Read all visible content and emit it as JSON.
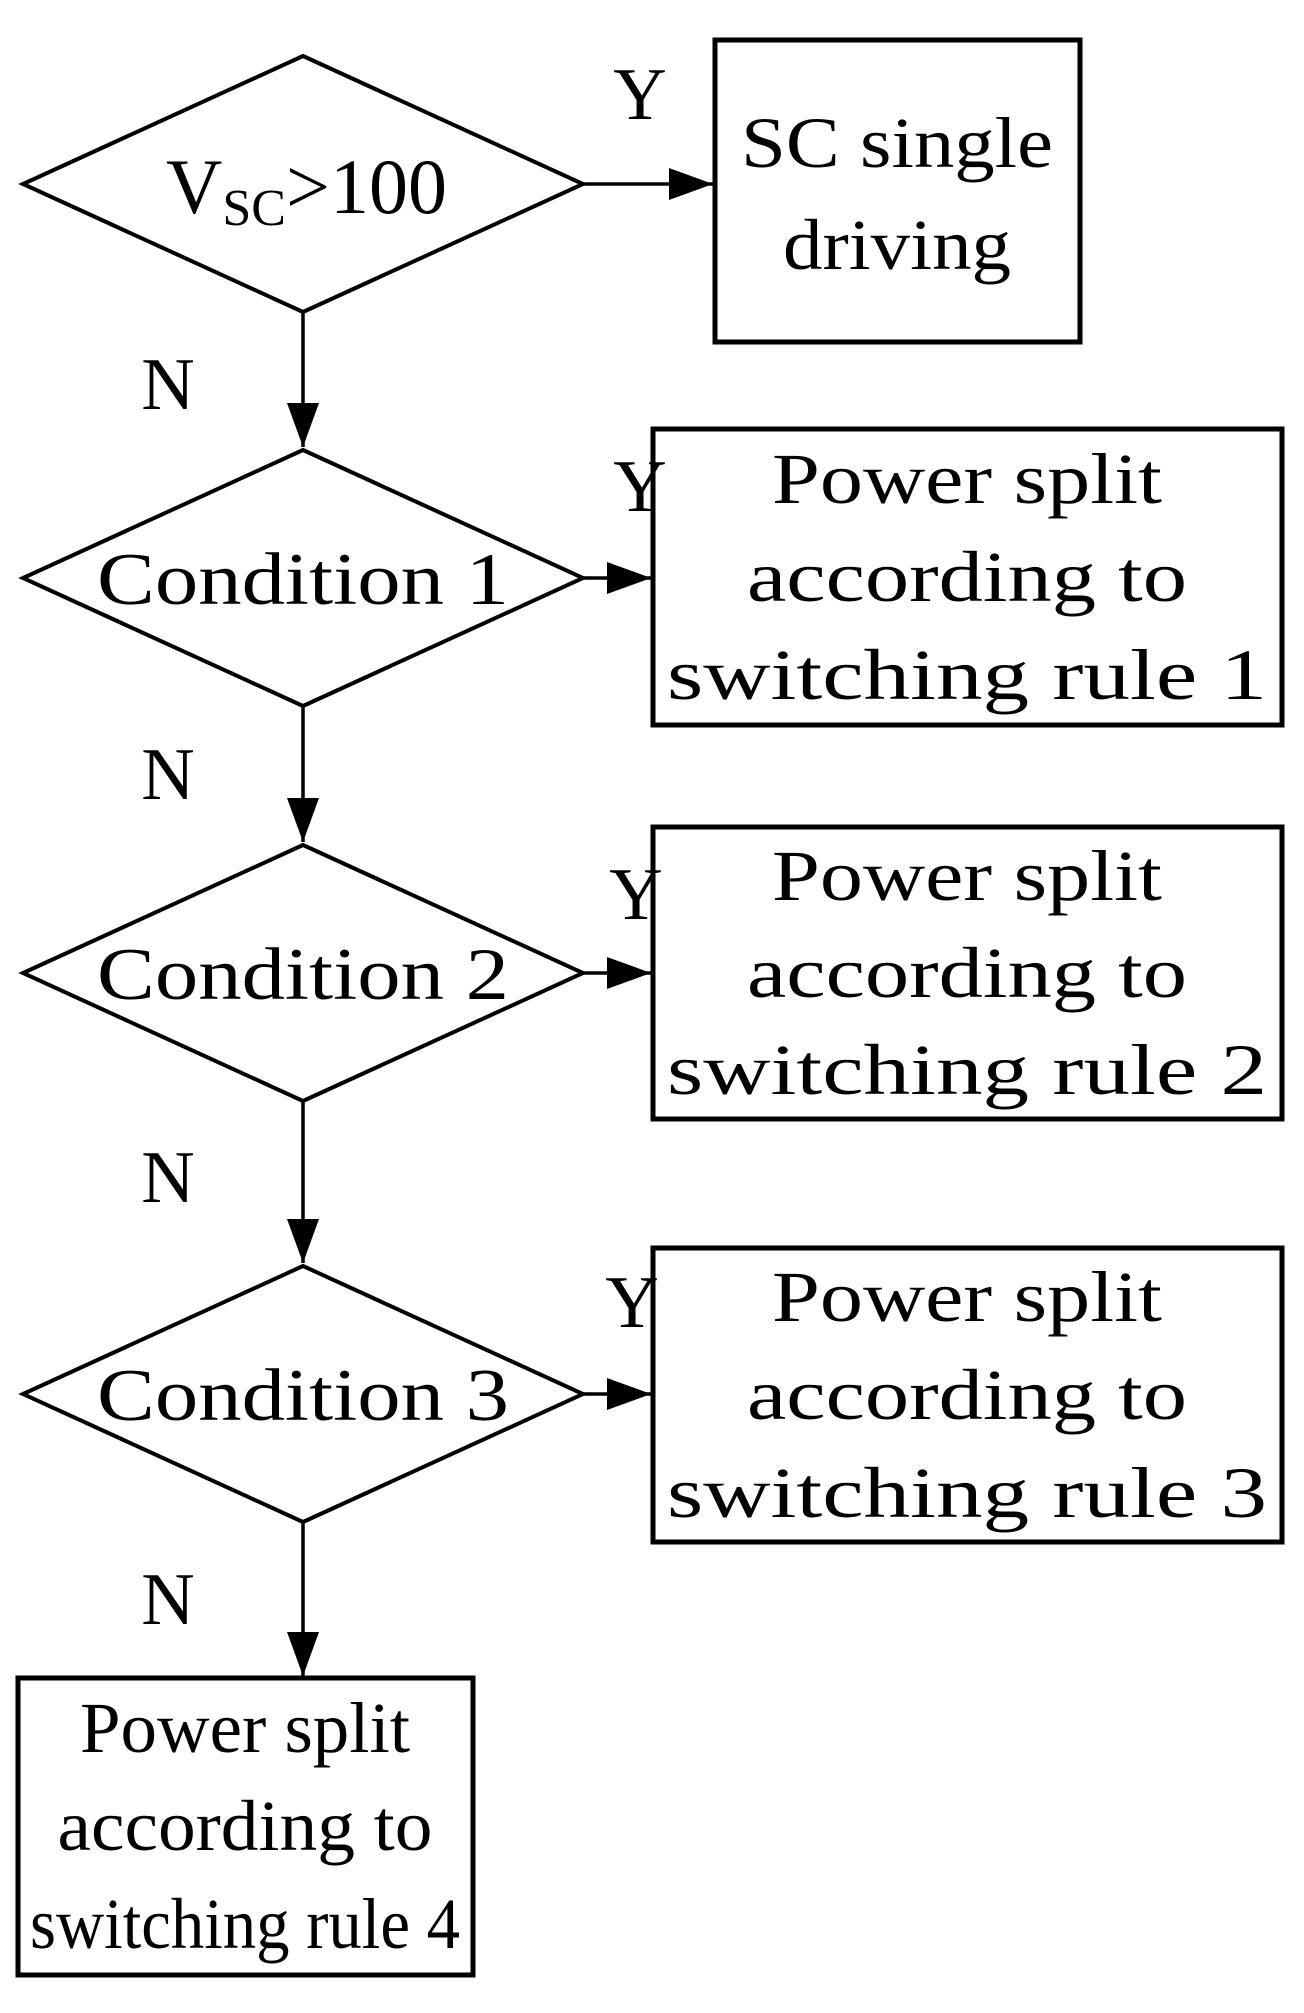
{
  "figure": {
    "background": "#ffffff",
    "line_color": "#000000",
    "type": "flowchart"
  },
  "branch_labels": {
    "yes": "Y",
    "no": "N"
  },
  "decisions": [
    {
      "id": "vsc-check",
      "var": "V",
      "var_sub": "SC",
      "comparison": ">100"
    },
    {
      "id": "condition-1",
      "label": "Condition 1"
    },
    {
      "id": "condition-2",
      "label": "Condition 2"
    },
    {
      "id": "condition-3",
      "label": "Condition 3"
    }
  ],
  "processes": [
    {
      "id": "sc-single-driving",
      "lines": [
        "SC single",
        "driving"
      ]
    },
    {
      "id": "rule-1",
      "lines": [
        "Power split",
        "according to",
        "switching rule 1"
      ]
    },
    {
      "id": "rule-2",
      "lines": [
        "Power split",
        "according to",
        "switching rule 2"
      ]
    },
    {
      "id": "rule-3",
      "lines": [
        "Power split",
        "according to",
        "switching rule 3"
      ]
    },
    {
      "id": "rule-4",
      "lines": [
        "Power split",
        "according to",
        "switching rule 4"
      ]
    }
  ]
}
